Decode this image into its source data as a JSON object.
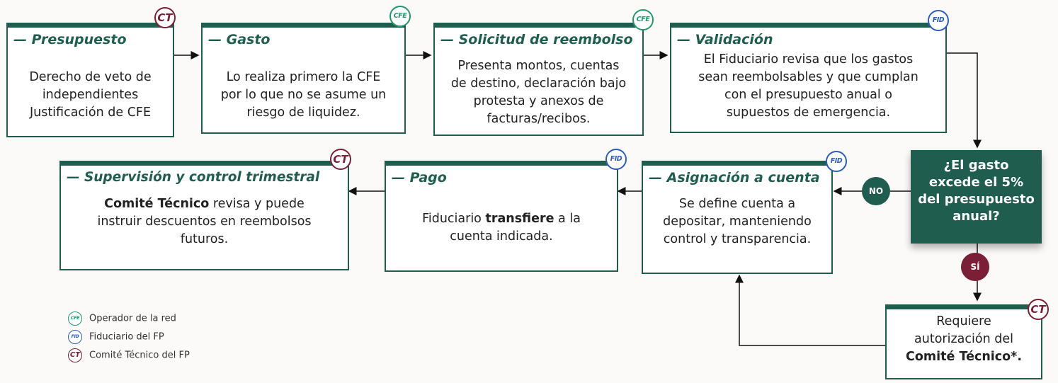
{
  "step1": {
    "title": "— Presupuesto",
    "badge": "CT",
    "lines": [
      "Derecho de veto de",
      "independientes",
      "Justificación de CFE"
    ]
  },
  "step2": {
    "title": "— Gasto",
    "badge": "CFE",
    "lines": [
      "Lo realiza primero la CFE",
      "por lo que no se asume un",
      "riesgo de liquidez."
    ]
  },
  "step3": {
    "title": "— Solicitud de reembolso",
    "badge": "CFE",
    "lines": [
      "Presenta montos, cuentas",
      "de destino, declaración bajo",
      "protesta y anexos de",
      "facturas/recibos."
    ]
  },
  "step4": {
    "title": "— Validación",
    "badge": "FID",
    "lines": [
      "El Fiduciario revisa que los gastos",
      "sean reembolsables y que cumplan",
      "con el presupuesto anual o",
      "supuestos de emergencia."
    ]
  },
  "decision": {
    "lines": [
      "¿El gasto",
      "excede el 5%",
      "del presupuesto",
      "anual?"
    ],
    "no_label": "NO",
    "yes_label": "SÍ"
  },
  "step5": {
    "badge": "CT",
    "line1": "Requiere",
    "line2": "autorización del",
    "line3_bold": "Comité Técnico*."
  },
  "step6": {
    "title": "— Asignación a cuenta",
    "badge": "FID",
    "lines": [
      "Se define cuenta a",
      "depositar, manteniendo",
      "control y transparencia."
    ]
  },
  "step7": {
    "title": "— Pago",
    "badge": "FID",
    "line1_pre": "Fiduciario ",
    "line1_bold": "transfiere",
    "line1_post": " a la",
    "line2": "cuenta indicada."
  },
  "step8": {
    "title": "— Supervisión y control trimestral",
    "badge": "CT",
    "line1_bold": "Comité Técnico",
    "line1_post": " revisa y puede",
    "line2": "instruir descuentos en reembolsos",
    "line3": "futuros."
  },
  "legend": [
    {
      "icon": "CFE",
      "label": "Operador de la red"
    },
    {
      "icon": "FID",
      "label": "Fiduciario del FP"
    },
    {
      "icon": "CT",
      "label": "Comité Técnico del FP"
    }
  ],
  "colors": {
    "primary": "#1f5e4f",
    "ct": "#7a1f35",
    "cfe": "#23996a",
    "fiduciario": "#2c5dbb"
  }
}
